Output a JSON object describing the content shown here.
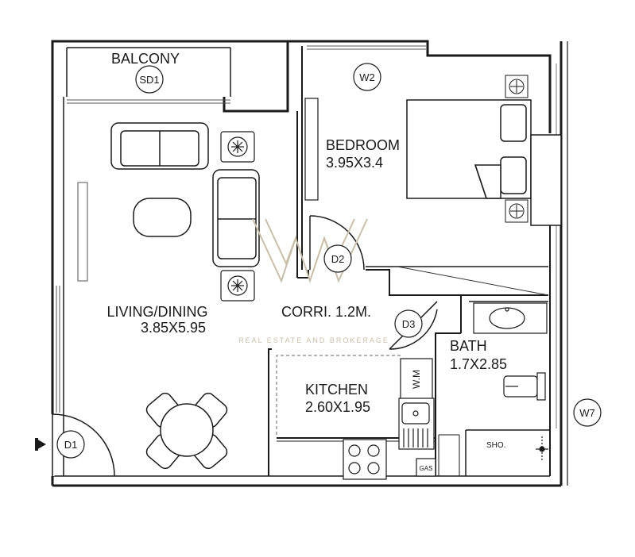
{
  "rooms": {
    "balcony": {
      "name": "BALCONY"
    },
    "living": {
      "name": "LIVING/DINING",
      "size": "3.85X5.95"
    },
    "bedroom": {
      "name": "BEDROOM",
      "size": "3.95X3.4"
    },
    "corridor": {
      "name": "CORRI. 1.2M."
    },
    "bath": {
      "name": "BATH",
      "size": "1.7X2.85"
    },
    "kitchen": {
      "name": "KITCHEN",
      "size": "2.60X1.95"
    },
    "shower": {
      "name": "SHO."
    }
  },
  "tags": {
    "sd1": "SD1",
    "w2": "W2",
    "d1": "D1",
    "d2": "D2",
    "d3": "D3",
    "w7": "W7",
    "wm": "W.M",
    "gas": "GAS"
  },
  "watermark": {
    "tagline": "REAL ESTATE AND BROKERAGE"
  },
  "colors": {
    "wall": "#1a1a1a",
    "line": "#333333",
    "watermark": "#c9bfa9"
  }
}
